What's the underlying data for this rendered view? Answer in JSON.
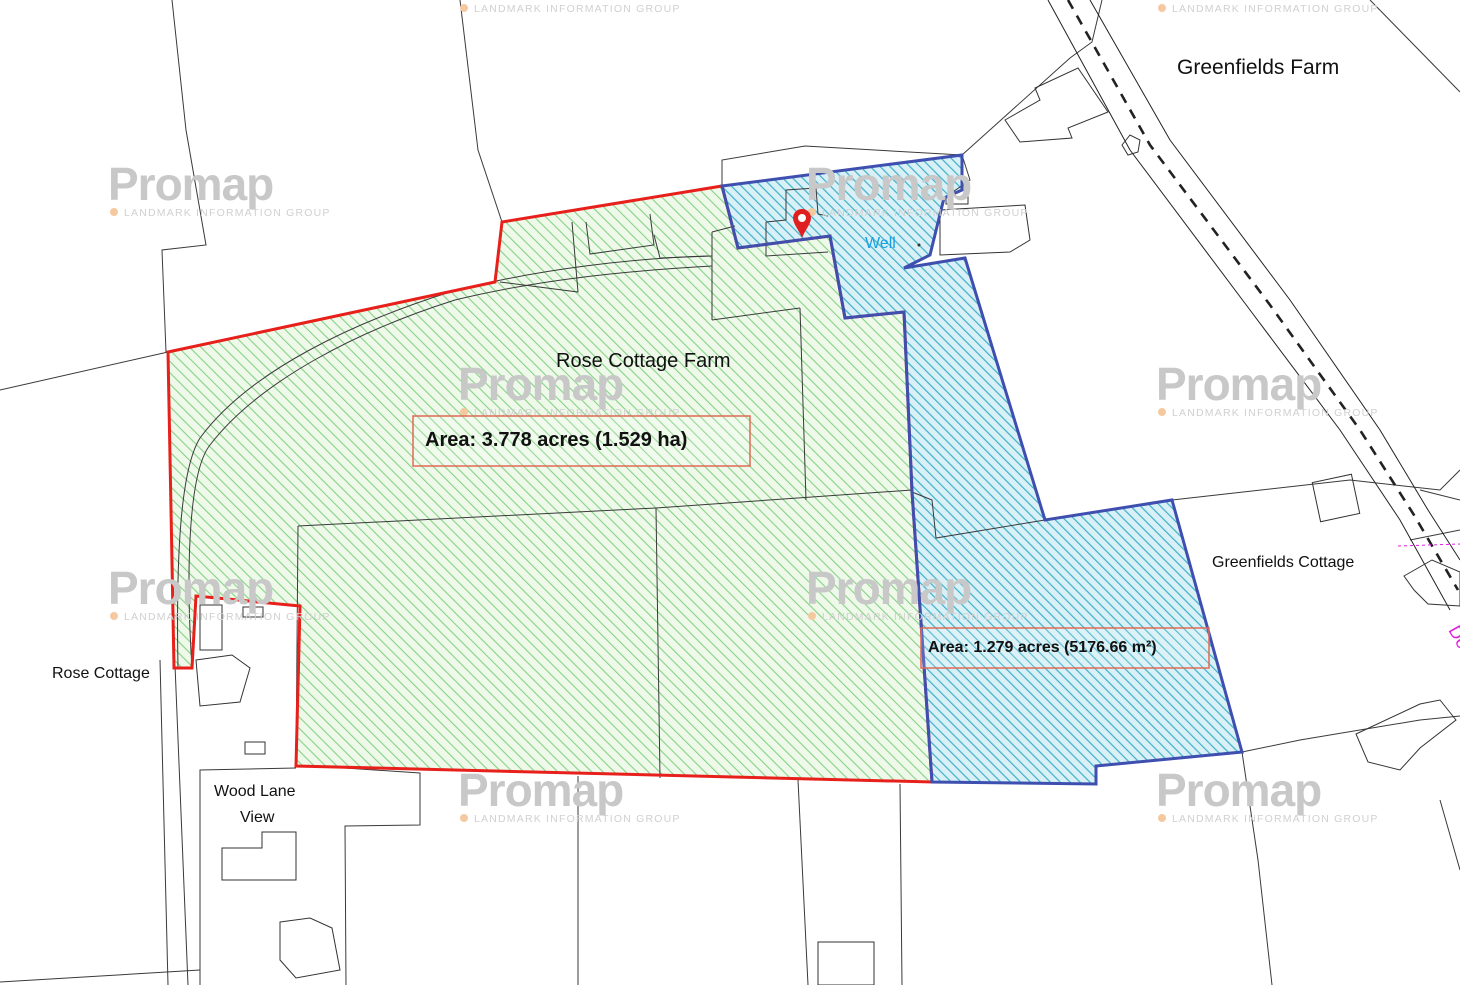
{
  "labels": {
    "greenfields_farm": "Greenfields Farm",
    "rose_cottage_farm": "Rose Cottage Farm",
    "greenfields_cottage": "Greenfields Cottage",
    "rose_cottage": "Rose Cottage",
    "wood_lane_line1": "Wood Lane",
    "wood_lane_line2": "View",
    "well": "Well",
    "road_fragment": "De"
  },
  "areas": {
    "green": "Area: 3.778 acres (1.529 ha)",
    "blue": "Area: 1.279 acres (5176.66 m²)"
  },
  "watermark": {
    "brand": "Promap",
    "tagline": "LANDMARK INFORMATION GROUP",
    "brand_color": "#c8c8c8",
    "tagline_color": "#d0d0d0",
    "dot_color": "#f5c9a0"
  },
  "colors": {
    "green_fill": "#7fd07f",
    "green_border": "#e8201c",
    "blue_fill": "#3ab0c8",
    "blue_border": "#3f4fb0",
    "marker": "#e02020",
    "well_text": "#1aa0e0",
    "road_text": "#e020e0"
  },
  "icons": {
    "location_marker": "map-pin-icon"
  }
}
